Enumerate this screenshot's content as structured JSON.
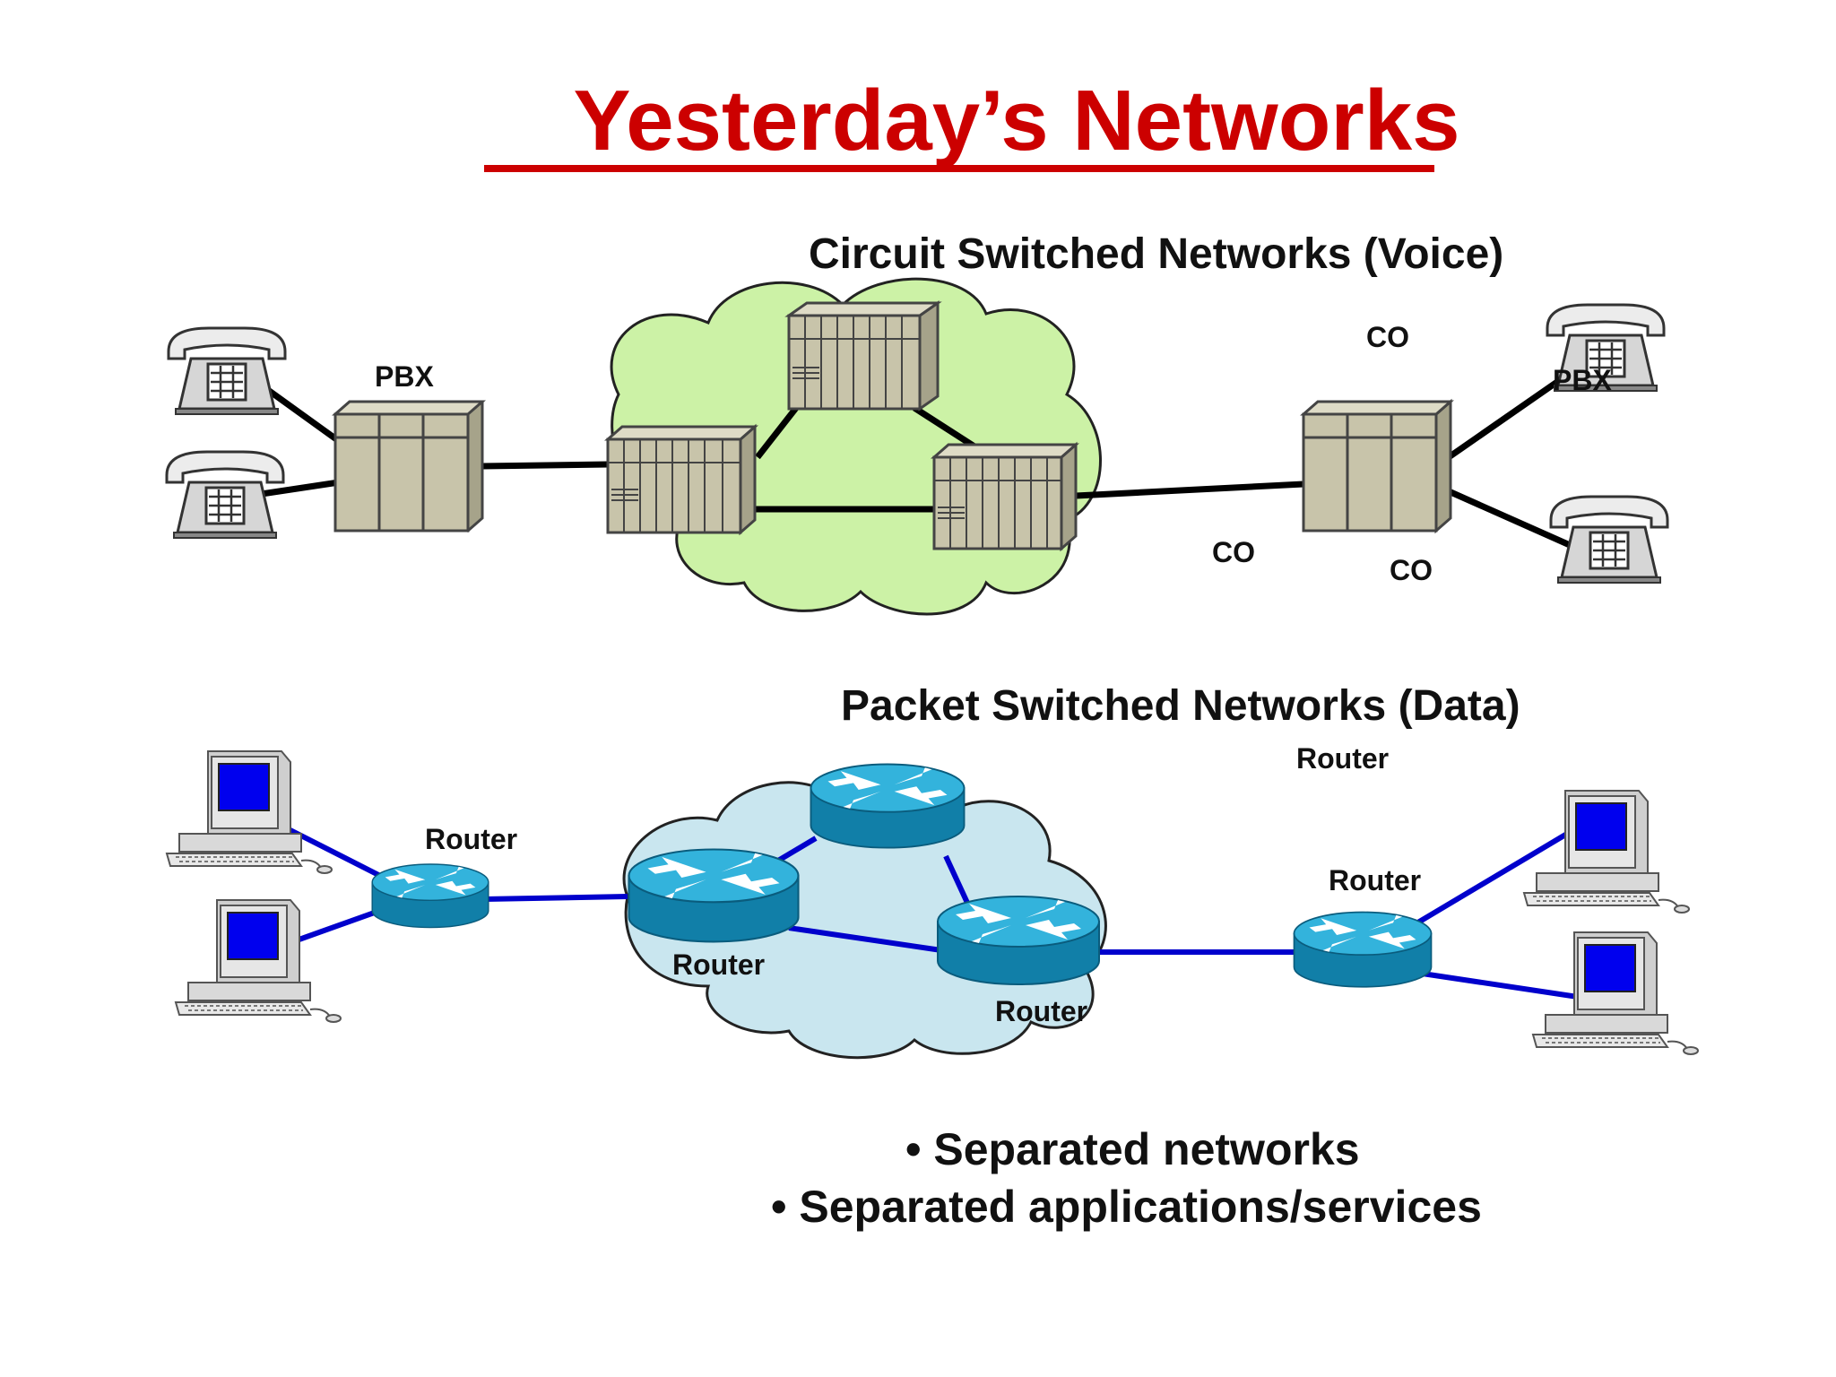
{
  "title": "Yesterday’s Networks",
  "circuit": {
    "heading": "Circuit Switched Networks (Voice)",
    "labels": {
      "pbx_left": "PBX",
      "co_top": "CO",
      "pbx_right": "PBX",
      "co_mid": "CO",
      "co_bottom": "CO"
    }
  },
  "packet": {
    "heading": "Packet Switched Networks (Data)",
    "labels": {
      "router_top": "Router",
      "router_left": "Router",
      "router_right": "Router",
      "router_cloud_left": "Router",
      "router_cloud_bottom": "Router"
    }
  },
  "bullets": [
    "• Separated networks",
    "• Separated applications/services"
  ],
  "colors": {
    "title": "#cc0000",
    "voice_cloud": "#ccf2a6",
    "data_cloud": "#c9e6ef",
    "switch_body": "#c8c4aa",
    "router": "#1a9cc6",
    "data_link": "#0000cc",
    "voice_link": "#000000"
  },
  "icons": [
    "telephone-icon",
    "switch-cabinet-icon",
    "router-icon",
    "computer-icon",
    "cloud-icon"
  ]
}
